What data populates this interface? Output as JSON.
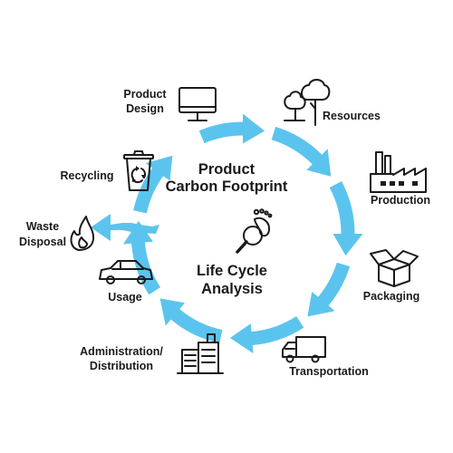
{
  "diagram": {
    "center_top": [
      "Product",
      "Carbon Footprint"
    ],
    "center_bottom": [
      "Life Cycle",
      "Analysis"
    ],
    "stages": [
      {
        "id": "product-design",
        "lines": [
          "Product",
          "Design"
        ],
        "icon": "monitor-icon"
      },
      {
        "id": "resources",
        "lines": [
          "Resources"
        ],
        "icon": "trees-icon"
      },
      {
        "id": "production",
        "lines": [
          "Production"
        ],
        "icon": "factory-icon"
      },
      {
        "id": "packaging",
        "lines": [
          "Packaging"
        ],
        "icon": "box-icon"
      },
      {
        "id": "transportation",
        "lines": [
          "Transportation"
        ],
        "icon": "truck-icon"
      },
      {
        "id": "administration-distribution",
        "lines": [
          "Administration/",
          "Distribution"
        ],
        "icon": "buildings-icon"
      },
      {
        "id": "usage",
        "lines": [
          "Usage"
        ],
        "icon": "car-icon"
      },
      {
        "id": "waste-disposal",
        "lines": [
          "Waste",
          "Disposal"
        ],
        "icon": "flame-icon"
      },
      {
        "id": "recycling",
        "lines": [
          "Recycling"
        ],
        "icon": "recycle-bin-icon"
      }
    ],
    "colors": {
      "arrow": "#5bc4ee",
      "text": "#1a1a1a"
    }
  }
}
